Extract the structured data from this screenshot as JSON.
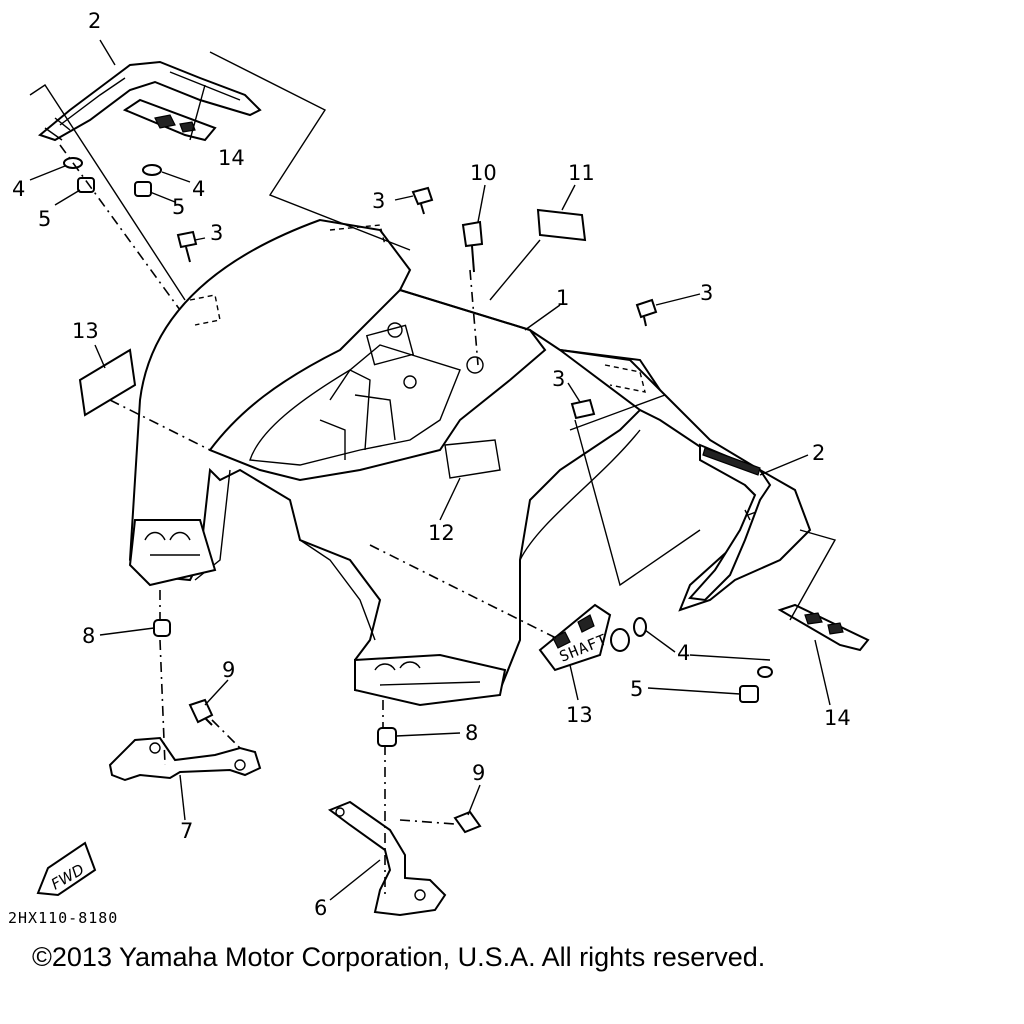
{
  "diagram": {
    "callouts": [
      {
        "id": "c2a",
        "label": "2"
      },
      {
        "id": "c14a",
        "label": "14"
      },
      {
        "id": "c4a",
        "label": "4"
      },
      {
        "id": "c5a",
        "label": "5"
      },
      {
        "id": "c4b",
        "label": "4"
      },
      {
        "id": "c5b",
        "label": "5"
      },
      {
        "id": "c3a",
        "label": "3"
      },
      {
        "id": "c3b",
        "label": "3"
      },
      {
        "id": "c10",
        "label": "10"
      },
      {
        "id": "c11",
        "label": "11"
      },
      {
        "id": "c1",
        "label": "1"
      },
      {
        "id": "c3c",
        "label": "3"
      },
      {
        "id": "c13a",
        "label": "13"
      },
      {
        "id": "c3d",
        "label": "3"
      },
      {
        "id": "c2b",
        "label": "2"
      },
      {
        "id": "c12",
        "label": "12"
      },
      {
        "id": "c8a",
        "label": "8"
      },
      {
        "id": "c9a",
        "label": "9"
      },
      {
        "id": "c7",
        "label": "7"
      },
      {
        "id": "c13b",
        "label": "13"
      },
      {
        "id": "c4c",
        "label": "4"
      },
      {
        "id": "c5c",
        "label": "5"
      },
      {
        "id": "c14b",
        "label": "14"
      },
      {
        "id": "c8b",
        "label": "8"
      },
      {
        "id": "c9b",
        "label": "9"
      },
      {
        "id": "c6",
        "label": "6"
      }
    ],
    "fwd_arrow_text": "FWD",
    "shaft_decal_text": "SHAFT",
    "drawing_code": "2HX110-8180"
  },
  "copyright": "©2013 Yamaha Motor Corporation, U.S.A. All rights reserved."
}
